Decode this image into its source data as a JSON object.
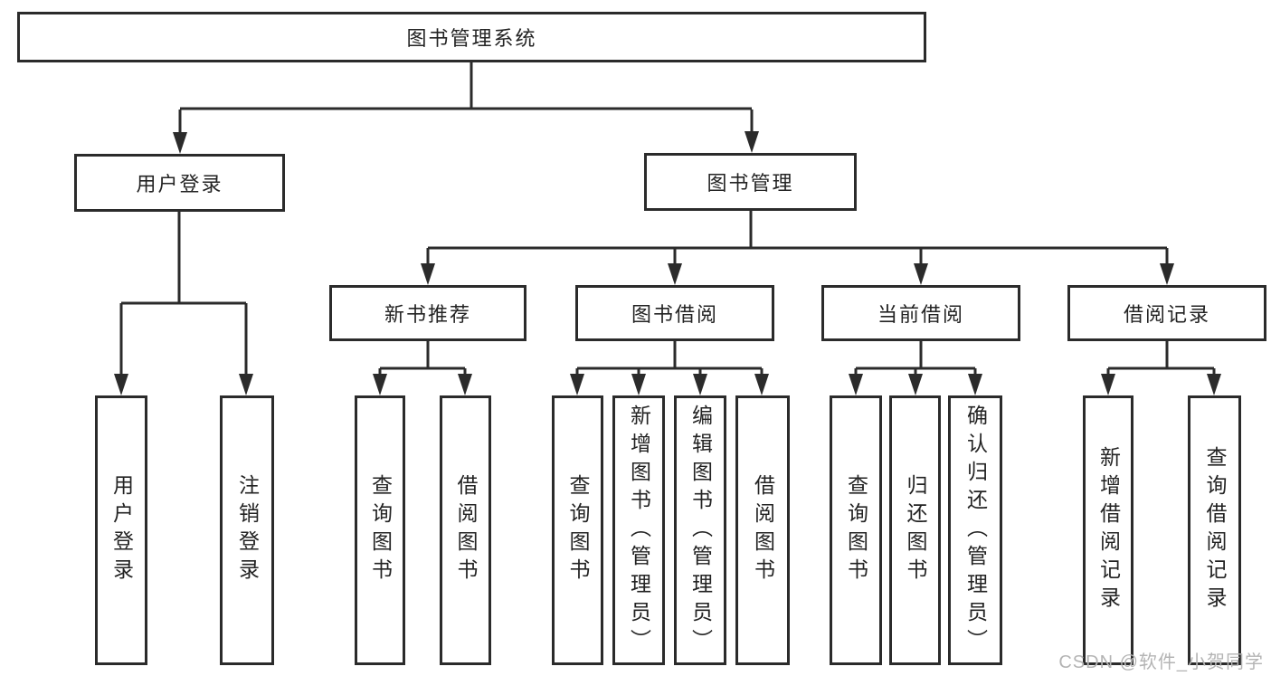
{
  "diagram": {
    "root": {
      "label": "图书管理系统"
    },
    "branches": [
      {
        "label": "用户登录",
        "children": [
          {
            "label": "用户登录"
          },
          {
            "label": "注销登录"
          }
        ]
      },
      {
        "label": "图书管理",
        "sections": [
          {
            "label": "新书推荐",
            "children": [
              {
                "label": "查询图书"
              },
              {
                "label": "借阅图书"
              }
            ]
          },
          {
            "label": "图书借阅",
            "children": [
              {
                "label": "查询图书"
              },
              {
                "label": "新增图书（管理员）"
              },
              {
                "label": "编辑图书（管理员）"
              },
              {
                "label": "借阅图书"
              }
            ]
          },
          {
            "label": "当前借阅",
            "children": [
              {
                "label": "查询图书"
              },
              {
                "label": "归还图书"
              },
              {
                "label": "确认归还（管理员）"
              }
            ]
          },
          {
            "label": "借阅记录",
            "children": [
              {
                "label": "新增借阅记录"
              },
              {
                "label": "查询借阅记录"
              }
            ]
          }
        ]
      }
    ]
  },
  "watermark": {
    "text": "CSDN @软件_小贺同学"
  },
  "colors": {
    "line": "#2b2b2b",
    "box_border": "#2b2b2b",
    "text": "#232323",
    "watermark": "#b4b4b4",
    "background": "#ffffff"
  }
}
